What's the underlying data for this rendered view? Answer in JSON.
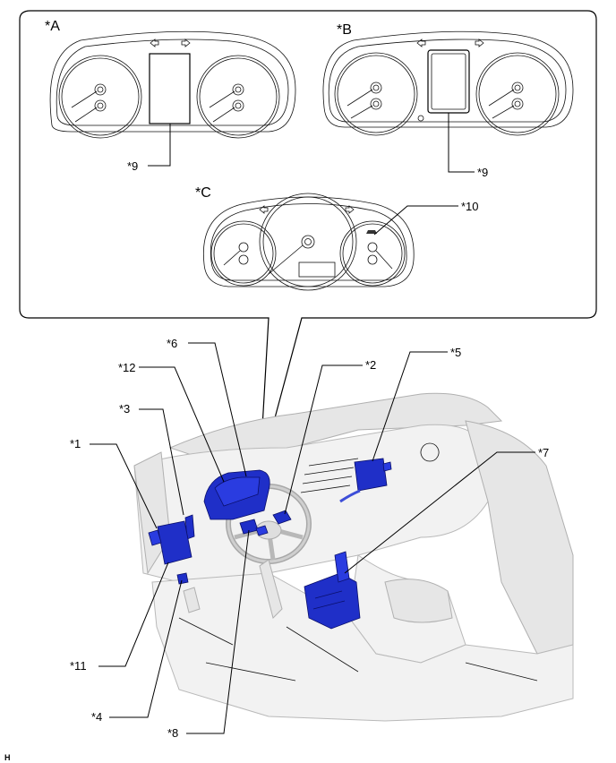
{
  "views": {
    "a": "*A",
    "b": "*B",
    "c": "*C"
  },
  "callouts": {
    "c1": "*1",
    "c2": "*2",
    "c3": "*3",
    "c4": "*4",
    "c5": "*5",
    "c6": "*6",
    "c7": "*7",
    "c8": "*8",
    "c9a": "*9",
    "c9b": "*9",
    "c10": "*10",
    "c11": "*11",
    "c12": "*12"
  },
  "corner_mark": "H",
  "colors": {
    "component_highlight": "#1f2fc8",
    "outline": "#000000",
    "vehicle_body": "#f2f2f2"
  }
}
